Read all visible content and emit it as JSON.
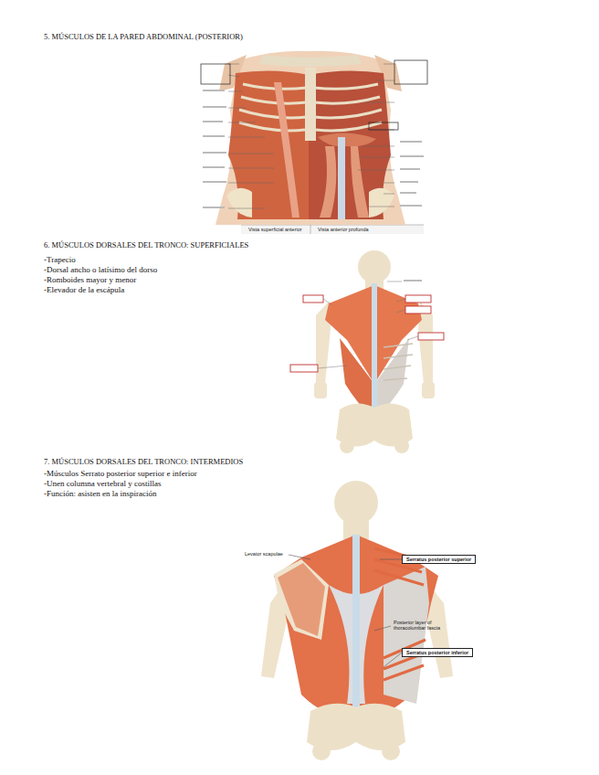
{
  "diagram": {
    "nodes": [
      {
        "text": [
          "Serratus posterior superior"
        ]
      },
      {
        "text": [
          "Serratus posterior inferior"
        ]
      }
    ],
    "labels": [
      "5. MÚSCULOS DE LA PARED ABDOMINAL (POSTERIOR)",
      "Vista superficial anterior",
      "Vista anterior profunda",
      "6. MÚSCULOS DORSALES DEL TRONCO: SUPERFICIALES",
      "-Trapecio",
      "-Dorsal ancho o latísimo del dorso",
      "-Romboides mayor y menor",
      "-Elevador de la escápula",
      "7. MÚSCULOS DORSALES DEL TRONCO: INTERMEDIOS",
      "-Músculos Serrato posterior superior e inferior",
      "-Unen columna vertebral y costillas",
      "-Función: asisten en la inspiración",
      "Levator scapulae",
      "Posterior layer of thoracolumbar fascia"
    ]
  }
}
